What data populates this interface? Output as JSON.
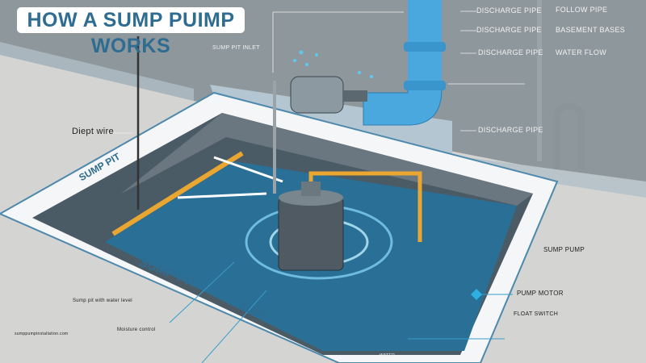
{
  "title": "HOW A SUMP PUIMP WORKS",
  "labels": {
    "discharge_1": "DISCHARGE PIPE",
    "discharge_2": "DISCHARGE PIPE",
    "discharge_3": "DISCHARGE PIPE",
    "discharge_4": "DISCHARGE PIPE",
    "follow": "FOLLOW PIPE",
    "basement": "BASEMENT BASES",
    "water_flow": "WATER FLOW",
    "sump_pit_inlet": "SUMP PIT INLET",
    "depth_wire": "Diept wire",
    "sump_pit_rim_1": "SUMP PIT",
    "sump_pit_rim_2": "SUMP PIT",
    "sump_rim_3": "SUMP",
    "sump_pump": "SUMP PUMP",
    "pump_motor": "PUMP MOTOR",
    "float_switch": "FLOAT SWITCH",
    "moisture": "Moisture control",
    "sump_note": "Sump pit with water level",
    "website": "sumppumpinstallation.com",
    "water": "WATER"
  },
  "colors": {
    "title": "#2f6c91",
    "water": "#2a6f96",
    "pipe": "#4aa8de",
    "float_pipe": "#e9a630",
    "wall": "#8e979b",
    "floor": "#d4d4d2"
  }
}
